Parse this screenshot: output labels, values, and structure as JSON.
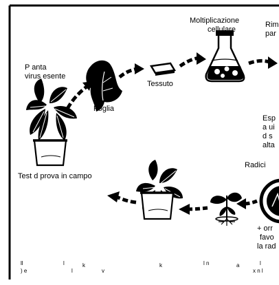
{
  "labels": {
    "pianta_1": "P anta",
    "pianta_2": "virus esente",
    "foglia": "Foglia",
    "tessuto": "Tessuto",
    "moltiplicazione_1": "Moltiplicazione",
    "moltiplicazione_2": "cellulare",
    "rim_1": "Rim",
    "rim_2": "par",
    "esp_1": "Esp",
    "esp_2": "a ui",
    "esp_3": "d  s",
    "esp_4": "alta",
    "radici": "Radici",
    "test": "Test d  prova in campo",
    "orm_1": "+ orr",
    "orm_2": "favo",
    "orm_3": "la rad"
  },
  "bottom_fragments": {
    "row1": [
      "ll",
      "l",
      "k",
      "k",
      "l  n",
      "a",
      "l"
    ],
    "row2": [
      ")  e",
      "l",
      "v",
      "x n l"
    ]
  },
  "colors": {
    "ink": "#000000",
    "background": "#ffffff"
  }
}
